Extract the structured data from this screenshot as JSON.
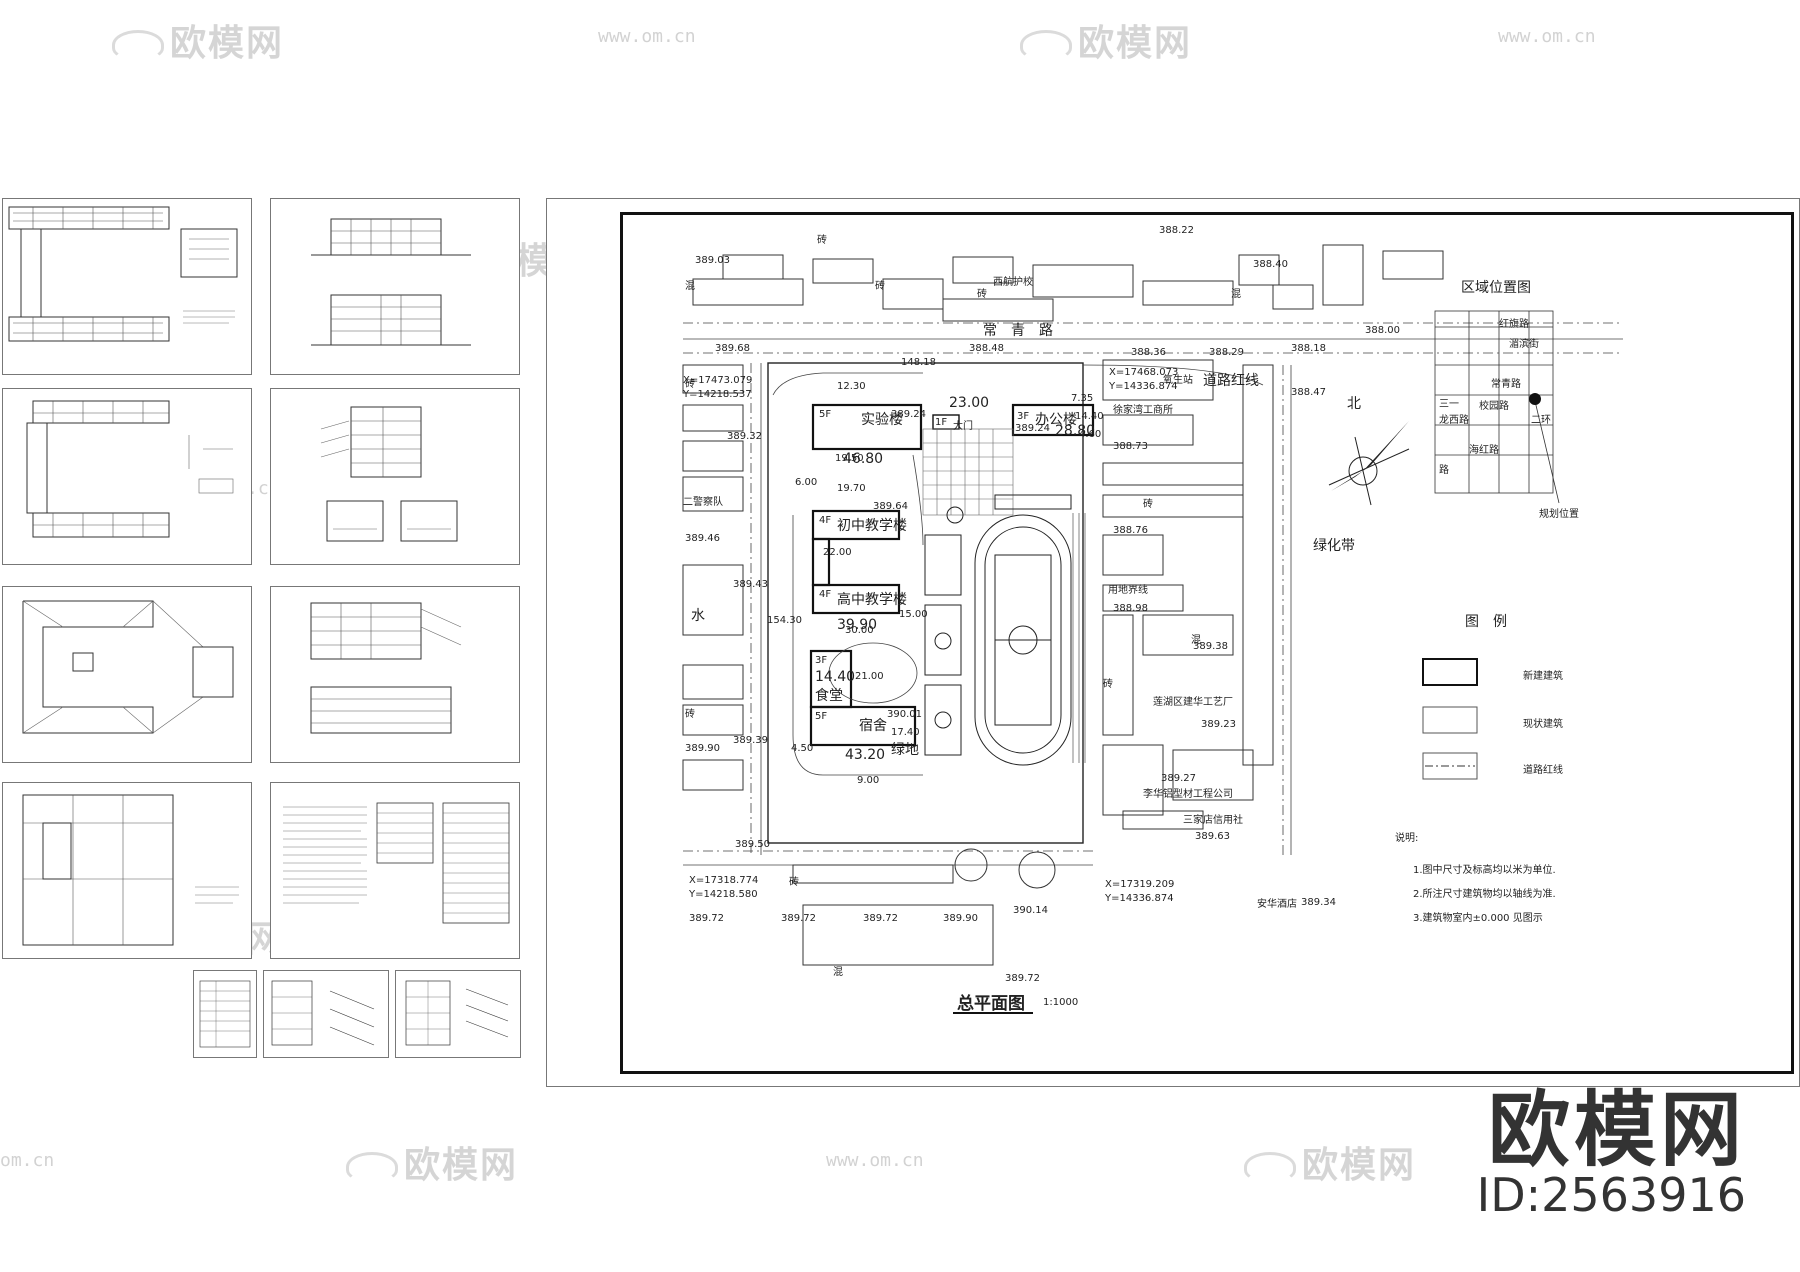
{
  "watermark": {
    "brand_text": "欧模网",
    "url_text": "www.om.cn",
    "url_short": "om.cn"
  },
  "brand": {
    "name": "欧模网",
    "id_label": "ID:2563916"
  },
  "site_plan": {
    "title": "总平面图",
    "scale": "1:1000",
    "location_map": {
      "title": "区域位置图",
      "roads": [
        "红旗路",
        "常青路",
        "三一",
        "校园路",
        "龙西路",
        "二环",
        "海红路",
        "湄滨街",
        "路"
      ],
      "marker_label": "规划位置"
    },
    "north_label": "北",
    "legend": {
      "title": "图　例",
      "items": [
        {
          "label": "新建建筑"
        },
        {
          "label": "现状建筑"
        },
        {
          "label": "道路红线"
        }
      ]
    },
    "notes": {
      "heading": "说明:",
      "lines": [
        "1.图中尺寸及标高均以米为单位.",
        "2.所注尺寸建筑物均以轴线为准.",
        "3.建筑物室内±0.000 见图示"
      ]
    },
    "buildings": [
      {
        "floors": "5F",
        "name": "实验楼",
        "dim": "46.80",
        "elev": "389.24"
      },
      {
        "floors": "1F",
        "name": "大门",
        "dim": "23.00"
      },
      {
        "floors": "3F",
        "name": "办公楼",
        "dim": "28.80",
        "elev": "389.24"
      },
      {
        "floors": "4F",
        "name": "初中教学楼",
        "elev": "389.64"
      },
      {
        "floors": "4F",
        "name": "高中教学楼",
        "dim": "39.90"
      },
      {
        "floors": "3F",
        "name": "食堂",
        "dim": "14.40"
      },
      {
        "floors": "5F",
        "name": "宿舍",
        "dim": "43.20",
        "elev": "390.01"
      }
    ],
    "labels": {
      "road_top": "常　青　路",
      "school_west": "西航护校",
      "road_redline": "道路红线",
      "green_belt": "绿化带",
      "green_area": "绿地",
      "land_boundary": "用地界线",
      "factory": "莲湖区建华工艺厂",
      "company": "李华铝型材工程公司",
      "credit": "三家店信用社",
      "station": "氧生站",
      "store": "徐家湾工商所",
      "water": "水",
      "anhua": "安华酒店",
      "lianghu": "二警察队"
    },
    "dims": {
      "d1": "148.18",
      "d2": "154.30",
      "d3": "12.30",
      "d4": "19.50",
      "d5": "19.70",
      "d6": "10.20",
      "d7": "22.00",
      "d8": "10.20",
      "d9": "30.00",
      "d10": "21.00",
      "d11": "17.40",
      "d12": "9.00",
      "d13": "6.00",
      "d14": "4.50",
      "d15": "15.00",
      "d16": "7.35",
      "d17": "14.40",
      "d18": "4.60"
    },
    "elevations": [
      "389.03",
      "389.68",
      "389.32",
      "389.46",
      "389.43",
      "389.39",
      "389.90",
      "389.50",
      "389.72",
      "389.72",
      "389.72",
      "389.90",
      "390.14",
      "389.72",
      "388.22",
      "388.40",
      "388.48",
      "388.36",
      "388.29",
      "388.18",
      "388.00",
      "388.47",
      "388.73",
      "388.76",
      "388.98",
      "389.38",
      "389.23",
      "389.27",
      "389.63",
      "389.34"
    ],
    "coords": {
      "c1x": "X=17473.079",
      "c1y": "Y=14218.537",
      "c2x": "X=17468.073",
      "c2y": "Y=14336.874",
      "c3x": "X=17318.774",
      "c3y": "Y=14218.580",
      "c4x": "X=17319.209",
      "c4y": "Y=14336.874"
    },
    "material_mark": "砖",
    "mixed_mark": "混"
  },
  "colors": {
    "line": "#222222",
    "thin": "#555555",
    "watermark": "#c8c8c8"
  }
}
